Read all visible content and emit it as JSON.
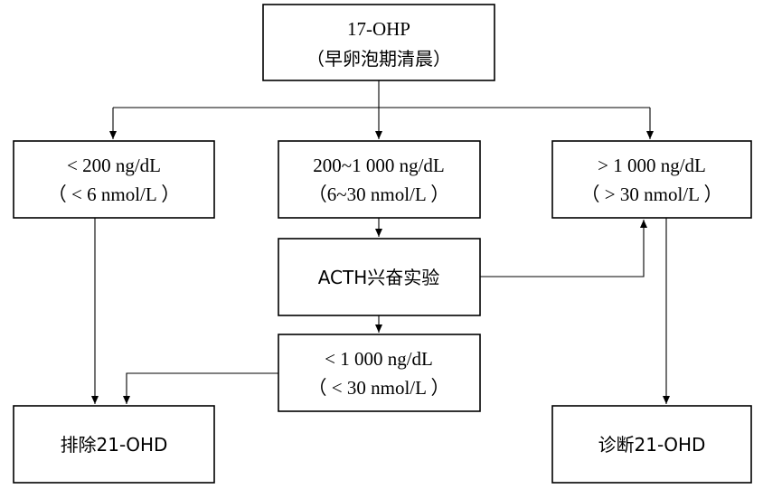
{
  "diagram": {
    "nodes": {
      "root": {
        "line1": "17-OHP",
        "line2": "（早卵泡期清晨）"
      },
      "low": {
        "line1": "< 200 ng/dL",
        "line2": "（ < 6 nmol/L ）"
      },
      "mid": {
        "line1": "200~1 000 ng/dL",
        "line2": "（6~30 nmol/L ）"
      },
      "high": {
        "line1": "> 1 000 ng/dL",
        "line2": "（ > 30 nmol/L ）"
      },
      "acth": {
        "label": "ACTH兴奋实验"
      },
      "acth_low": {
        "line1": "< 1 000 ng/dL",
        "line2": "（ < 30 nmol/L ）"
      },
      "exclude": {
        "label": "排除21-OHD"
      },
      "diagnose": {
        "label": "诊断21-OHD"
      }
    },
    "edges": [
      {
        "from": "root",
        "to": "low"
      },
      {
        "from": "root",
        "to": "mid"
      },
      {
        "from": "root",
        "to": "high"
      },
      {
        "from": "mid",
        "to": "acth"
      },
      {
        "from": "acth",
        "to": "high"
      },
      {
        "from": "acth",
        "to": "acth_low"
      },
      {
        "from": "low",
        "to": "exclude"
      },
      {
        "from": "acth_low",
        "to": "exclude"
      },
      {
        "from": "high",
        "to": "diagnose"
      }
    ]
  }
}
